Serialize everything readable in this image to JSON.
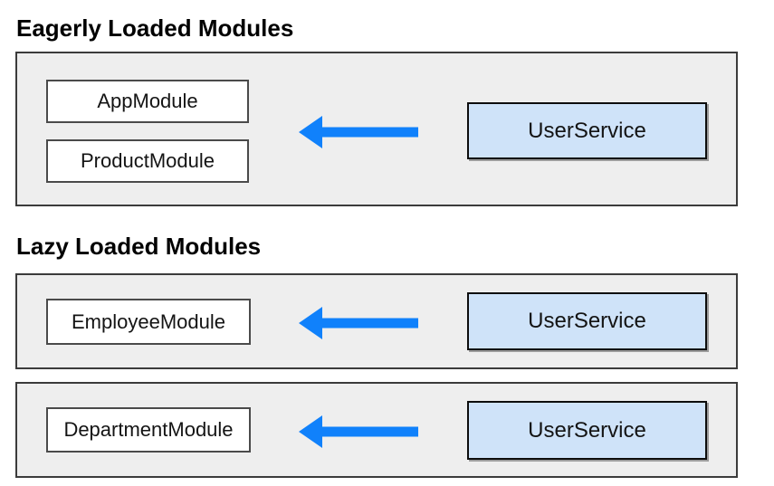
{
  "headings": {
    "eager": "Eagerly Loaded Modules",
    "lazy": "Lazy Loaded Modules"
  },
  "groups": [
    {
      "modules": [
        "AppModule",
        "ProductModule"
      ],
      "service": "UserService"
    },
    {
      "modules": [
        "EmployeeModule"
      ],
      "service": "UserService"
    },
    {
      "modules": [
        "DepartmentModule"
      ],
      "service": "UserService"
    }
  ],
  "colors": {
    "arrow": "#1081fb",
    "container_fill": "#eeeeee",
    "container_border": "#3b3b3b",
    "module_fill": "#ffffff",
    "module_border": "#4a4a4a",
    "service_fill": "#cfe3f9",
    "service_border": "#0d0d0d",
    "heading_text": "#000000"
  }
}
